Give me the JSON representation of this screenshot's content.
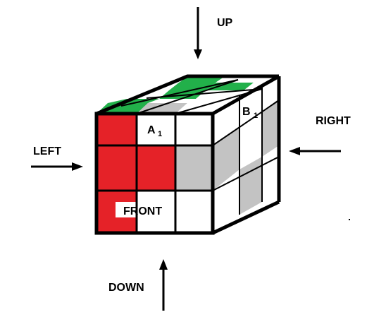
{
  "directions": {
    "up": "UP",
    "down": "DOWN",
    "left": "LEFT",
    "right": "RIGHT"
  },
  "labels": {
    "front": "FRONT",
    "a": "A",
    "a_sub": "1",
    "b": "B",
    "b_sub": "1"
  },
  "colors": {
    "red": "#e52228",
    "green": "#22b04a",
    "gray": "#c3c3c3",
    "white": "#ffffff",
    "edge": "#000000"
  }
}
